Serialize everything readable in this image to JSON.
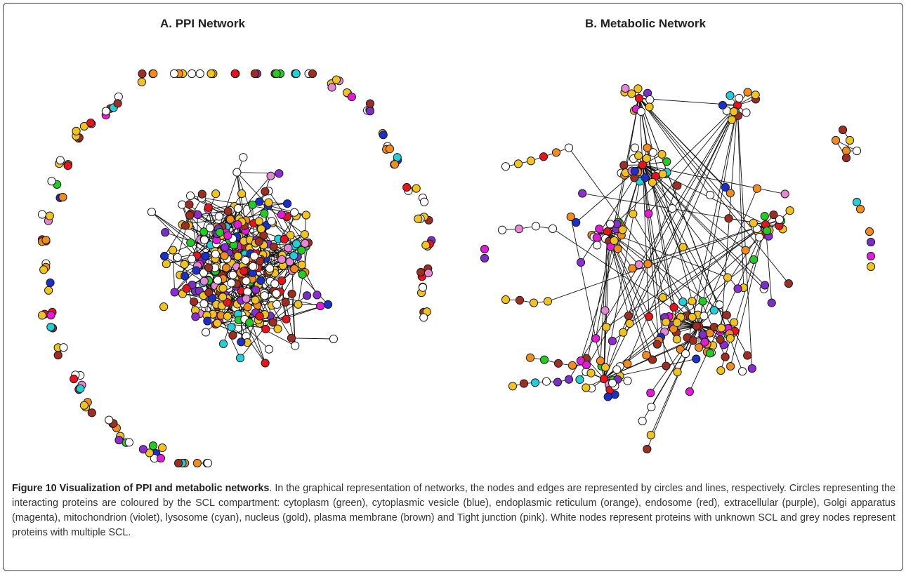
{
  "panels": {
    "a_title": "A. PPI Network",
    "b_title": "B. Metabolic Network"
  },
  "colors": {
    "cytoplasm": "#22cc22",
    "cytoplasmic_vesicle": "#1a2fcc",
    "endoplasmic_reticulum": "#f28c1c",
    "endosome": "#e8141c",
    "extracellular": "#8e2bd6",
    "golgi": "#e51ad9",
    "mitochondrion": "#7a2fc8",
    "lysosome": "#22cfd8",
    "nucleus": "#f2c21e",
    "plasma_membrane": "#9e2e22",
    "tight_junction": "#e586d6",
    "unknown": "#ffffff",
    "multiple": "#b8b8b8"
  },
  "caption": {
    "label": "Figure 10 Visualization of PPI and metabolic networks",
    "text": ". In the graphical representation of networks, the nodes and edges are represented by circles and lines, respectively. Circles representing the interacting proteins are coloured by the SCL compartment: cytoplasm (green), cytoplasmic vesicle (blue), endoplasmic reticulum (orange), endosome (red), extracellular (purple), Golgi apparatus (magenta), mitochondrion (violet), lysosome (cyan), nucleus (gold), plasma membrane (brown) and Tight junction (pink). White nodes represent proteins with unknown SCL and grey nodes represent proteins with multiple SCL."
  }
}
